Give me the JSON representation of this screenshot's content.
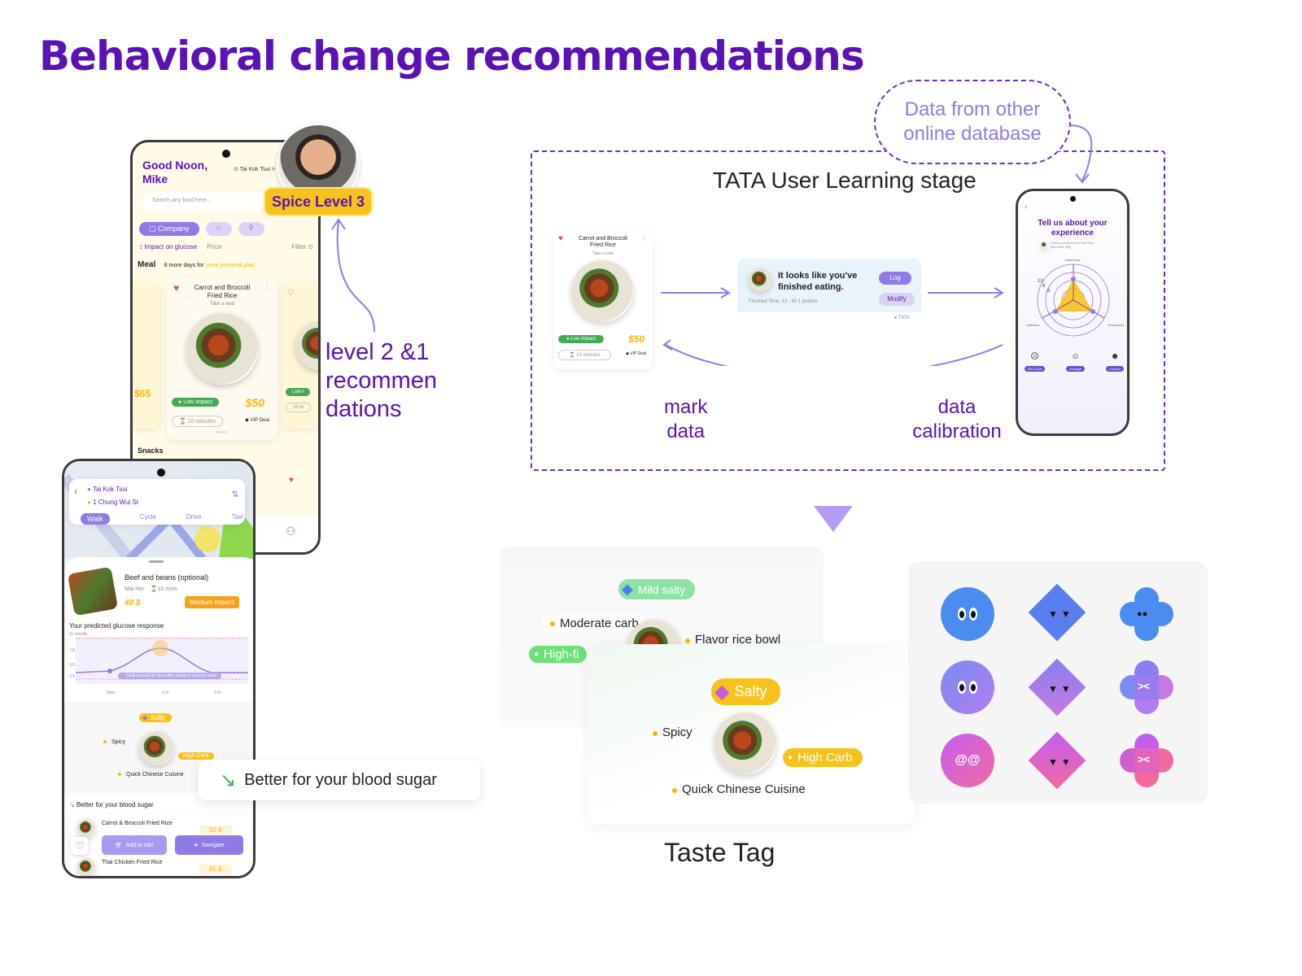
{
  "page_title": "Behavioral change recommendations",
  "phone1": {
    "greeting": "Good Noon,",
    "user": "Mike",
    "location": "Tai Kok Tsui >",
    "search_placeholder": "Search any food here...",
    "spice_badge": "Spice Level 3",
    "tab_company": "Company",
    "sort_glucose": "Impact on glucose",
    "sort_price": "Price",
    "filter": "Filter",
    "meal_label": "Meal",
    "meal_days": "8 more days for",
    "meal_plan": "more personal plan",
    "dish_name_line1": "Carrot and Broccoli",
    "dish_name_line2": "Fried Rice",
    "dish_sub": "Take a seat",
    "impact": "Low Impact",
    "price": "$50",
    "time": "10 minutes",
    "vip": "VIP Deal",
    "left_price": "$65",
    "right_impact": "Low I",
    "right_time": "10 m",
    "snacks": "Snacks"
  },
  "level_annotation": [
    "level 2 &1",
    "recommen",
    "dations"
  ],
  "phone2": {
    "from": "Tai Kok Tsui",
    "to": "1 Chung Wui St",
    "modes": [
      "Walk",
      "Cycle",
      "Drive",
      "Taxi"
    ],
    "dish_title": "Beef and beans (optional)",
    "dish_place": "Mai Hei",
    "dish_time": "10 mins",
    "dish_price": "40 $",
    "dish_impact": "Medium Impact",
    "glucose_title": "Your predicted glucose response",
    "glucose_unit": "11 mmol/L",
    "glucose_y": [
      "7.8",
      "5.5",
      "3.9"
    ],
    "glucose_x": [
      "Now",
      "1 hr",
      "2 hr"
    ],
    "glucose_tip": "Walk at least 30 mins after eating to prevent spike",
    "tag_salty": "Salty",
    "tag_spicy": "Spicy",
    "tag_high_carb": "High Carb",
    "tag_cuisine": "Quick Chinese Cuisine",
    "better_label": "Better for your blood sugar",
    "rec1": "Carrot & Broccoli Fried Rice",
    "rec1_price": "50 $",
    "rec2": "Thai Chicken Fried Rice",
    "rec2_price": "65 $",
    "add_to_cart": "Add to cart",
    "navigate": "Navigate"
  },
  "better_callout": "Better for your blood sugar",
  "learning": {
    "bubble_line1": "Data from other",
    "bubble_line2": "online database",
    "stage_title": "TATA User Learning stage",
    "card_name_line1": "Carrot and Broccoli",
    "card_name_line2": "Fried Rice",
    "card_sub": "Take a seat",
    "card_impact": "Low Impact",
    "card_price": "$50",
    "card_time": "10 minutes",
    "card_vip": "VIP Deal",
    "notif_line1": "It looks like you've",
    "notif_line2": "finished eating.",
    "notif_time": "Finished Time: 12 : 40  1 portion",
    "notif_log": "Log",
    "notif_modify": "Modify",
    "notif_brand": "TATA",
    "mark_data": [
      "mark",
      "data"
    ],
    "data_calibration": [
      "data",
      "calibration"
    ],
    "exp_title_line1": "Tell us about your",
    "exp_title_line2": "experience",
    "exp_dish": "Carrot and Broccoli Fried Rice",
    "exp_dish_sub": "Net Carb: 30g",
    "radar_top": "Sweetness",
    "radar_left": "Saltiness",
    "radar_right": "Greasiness",
    "radar_ticks": [
      "10",
      "8",
      "6"
    ],
    "exp_buttons": [
      "Not Good",
      "Average",
      "Loved it"
    ]
  },
  "taste": {
    "back_tags": [
      "Mild salty",
      "Moderate carb",
      "Flavor rice bowl",
      "High-fi"
    ],
    "front_tags": {
      "salty": "Salty",
      "spicy": "Spicy",
      "high_carb": "High Carb",
      "cuisine": "Quick Chinese Cuisine"
    },
    "label": "Taste Tag"
  },
  "colors": {
    "brand_purple": "#5b12b5",
    "accent_yellow": "#f5b800",
    "light_purple": "#8f7ae6",
    "green": "#46a957"
  }
}
